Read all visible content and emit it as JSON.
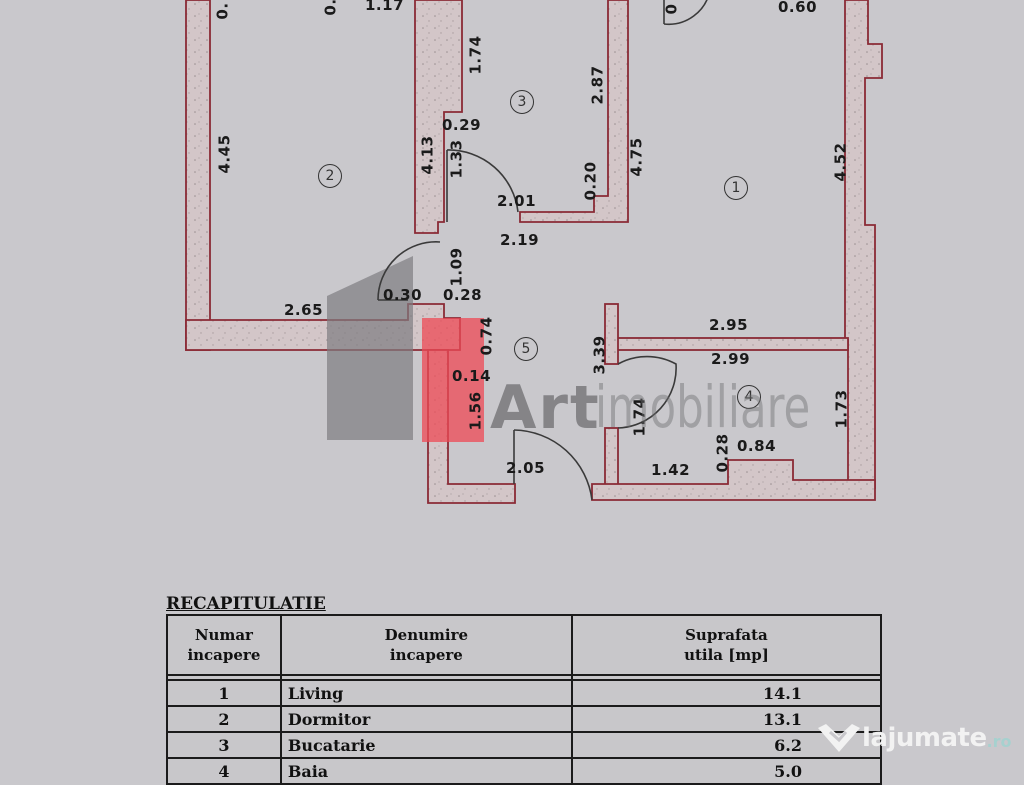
{
  "plan": {
    "rooms": [
      {
        "number": "1",
        "label": "room-1-living"
      },
      {
        "number": "2",
        "label": "room-2-dormitor"
      },
      {
        "number": "3",
        "label": "room-3-bucatarie"
      },
      {
        "number": "4",
        "label": "room-4-baia"
      },
      {
        "number": "5",
        "label": "room-5-hol"
      }
    ],
    "dimensions": {
      "d_0_top_left": "0.",
      "d_0_top_mid": "0.",
      "d_1_17": "1.17",
      "d_0_top_door": "0",
      "d_0_60": "0.60",
      "d_4_45": "4.45",
      "d_4_13": "4.13",
      "d_1_74_kitchen": "1.74",
      "d_0_29": "0.29",
      "d_1_33": "1.33",
      "d_2_87": "2.87",
      "d_0_20": "0.20",
      "d_4_75": "4.75",
      "d_2_01": "2.01",
      "d_2_19": "2.19",
      "d_4_52": "4.52",
      "d_1_09": "1.09",
      "d_0_30": "0.30",
      "d_0_28_hall": "0.28",
      "d_2_65": "2.65",
      "d_0_74": "0.74",
      "d_0_14": "0.14",
      "d_1_56": "1.56",
      "d_3_39": "3.39",
      "d_2_95": "2.95",
      "d_2_99": "2.99",
      "d_1_74_bath": "1.74",
      "d_1_73": "1.73",
      "d_0_28_bath": "0.28",
      "d_0_84": "0.84",
      "d_1_42": "1.42",
      "d_2_05": "2.05"
    },
    "watermark": {
      "art": "Art",
      "imobiliare": "imobiliare"
    }
  },
  "recap": {
    "title": "RECAPITULATIE",
    "headers": {
      "number": [
        "Numar",
        "incapere"
      ],
      "name": [
        "Denumire",
        "incapere"
      ],
      "area": [
        "Suprafata",
        "utila [mp]"
      ]
    },
    "rows": [
      {
        "number": "1",
        "name": "Living",
        "area": "14.1"
      },
      {
        "number": "2",
        "name": "Dormitor",
        "area": "13.1"
      },
      {
        "number": "3",
        "name": "Bucatarie",
        "area": "6.2"
      },
      {
        "number": "4",
        "name": "Baia",
        "area": "5.0"
      }
    ]
  },
  "branding": {
    "site": "lajumate",
    "tld": ".ro",
    "colors": {
      "wall_line": "#8a2a35",
      "wall_fill": "#d6c5c7",
      "highlight": "#ee5b63",
      "background": "#c9c8cc"
    }
  }
}
